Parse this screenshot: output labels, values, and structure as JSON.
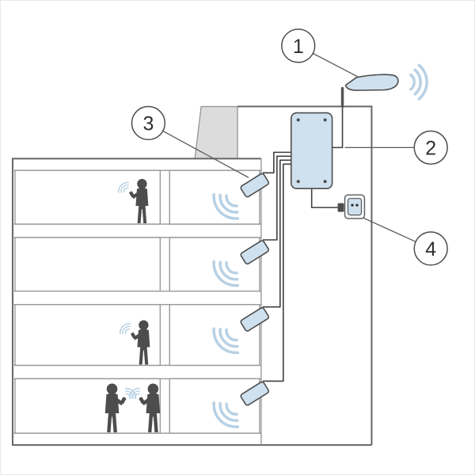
{
  "diagram": {
    "callouts": [
      {
        "label": "1",
        "target": "outdoor-donor-antenna"
      },
      {
        "label": "2",
        "target": "signal-amplifier-unit"
      },
      {
        "label": "3",
        "target": "indoor-panel-antenna"
      },
      {
        "label": "4",
        "target": "power-outlet"
      }
    ],
    "components": {
      "outdoor_antenna": "outdoor-donor-antenna",
      "amplifier": "signal-amplifier-unit",
      "indoor_antennas": [
        "indoor-antenna-1",
        "indoor-antenna-2",
        "indoor-antenna-3",
        "indoor-antenna-4"
      ],
      "outlet": "power-outlet",
      "people": [
        "person-floor-1",
        "person-floor-3",
        "person-floor-4-left",
        "person-floor-4-right"
      ]
    },
    "colors": {
      "component_fill": "#cfe0ee",
      "component_stroke": "#4d4d4d",
      "signal_wave": "#b7d0e4",
      "building_stroke": "#999999",
      "building_stroke_dark": "#666666",
      "silhouette": "#4d4d4d",
      "roof_fill": "#dcdcdc",
      "background": "#ffffff"
    }
  }
}
